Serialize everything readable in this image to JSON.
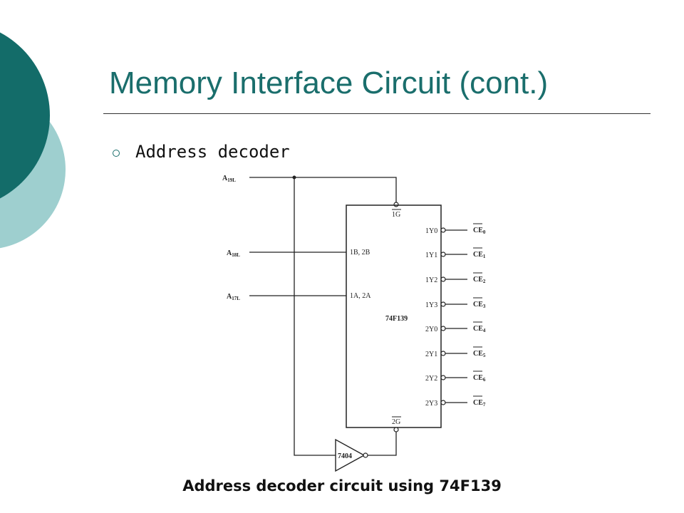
{
  "slide": {
    "title": "Memory Interface Circuit (cont.)",
    "bullet": "Address decoder",
    "caption": "Address decoder circuit using 74F139",
    "colors": {
      "title": "#1a6e6c",
      "decor_dark": "#136c69",
      "decor_light": "#9ecfcf"
    }
  },
  "circuit": {
    "inputs": [
      {
        "base": "A",
        "sub": "19L"
      },
      {
        "base": "A",
        "sub": "18L"
      },
      {
        "base": "A",
        "sub": "17L"
      }
    ],
    "chip": {
      "name": "74F139",
      "enable_1": "1G",
      "enable_2": "2G",
      "input_b": "1B, 2B",
      "input_a": "1A, 2A"
    },
    "outputs": [
      {
        "pin": "1Y0",
        "base": "CE",
        "sub": "0"
      },
      {
        "pin": "1Y1",
        "base": "CE",
        "sub": "1"
      },
      {
        "pin": "1Y2",
        "base": "CE",
        "sub": "2"
      },
      {
        "pin": "1Y3",
        "base": "CE",
        "sub": "3"
      },
      {
        "pin": "2Y0",
        "base": "CE",
        "sub": "4"
      },
      {
        "pin": "2Y1",
        "base": "CE",
        "sub": "5"
      },
      {
        "pin": "2Y2",
        "base": "CE",
        "sub": "6"
      },
      {
        "pin": "2Y3",
        "base": "CE",
        "sub": "7"
      }
    ],
    "inverter": "7404"
  }
}
